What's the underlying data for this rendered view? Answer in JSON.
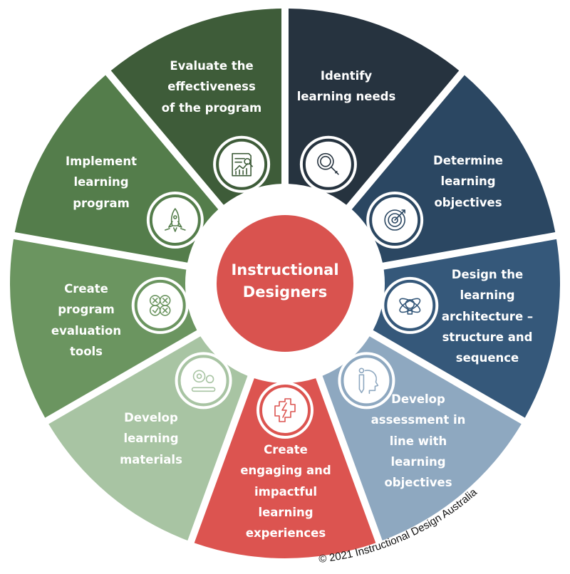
{
  "center": {
    "lines": [
      "Instructional",
      "Designers"
    ],
    "color": "#d9534f"
  },
  "segments": [
    {
      "id": "identify",
      "lines": [
        "Identify",
        "learning needs"
      ],
      "color": "#26333f",
      "icon": "magnifier-icon"
    },
    {
      "id": "determine",
      "lines": [
        "Determine",
        "learning",
        "objectives"
      ],
      "color": "#2b4762",
      "icon": "target-icon"
    },
    {
      "id": "design",
      "lines": [
        "Design the",
        "learning",
        "architecture –",
        "structure and",
        "sequence"
      ],
      "color": "#35587a",
      "icon": "orbit-bulb-icon"
    },
    {
      "id": "assessment",
      "lines": [
        "Develop",
        "assessment in",
        "line with",
        "learning",
        "objectives"
      ],
      "color": "#8ea8c0",
      "icon": "head-pencil-icon"
    },
    {
      "id": "engaging",
      "lines": [
        "Create",
        "engaging and",
        "impactful",
        "learning",
        "experiences"
      ],
      "color": "#dc5450",
      "icon": "brain-lightning-icon"
    },
    {
      "id": "materials",
      "lines": [
        "Develop",
        "learning",
        "materials"
      ],
      "color": "#a8c4a3",
      "icon": "gears-progress-icon"
    },
    {
      "id": "evaluation-tools",
      "lines": [
        "Create",
        "program",
        "evaluation",
        "tools"
      ],
      "color": "#6b9560",
      "icon": "check-cross-icon"
    },
    {
      "id": "implement",
      "lines": [
        "Implement",
        "learning",
        "program"
      ],
      "color": "#547d4b",
      "icon": "rocket-icon"
    },
    {
      "id": "evaluate",
      "lines": [
        "Evaluate the",
        "effectiveness",
        "of the program"
      ],
      "color": "#3e5c39",
      "icon": "report-chart-icon"
    }
  ],
  "copyright": "© 2021 Instructional Design Australia"
}
